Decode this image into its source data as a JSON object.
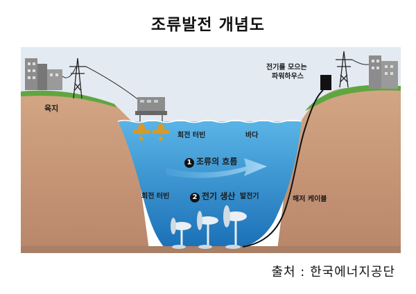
{
  "title": "조류발전 개념도",
  "labels": {
    "land": "육지",
    "rotating_turbine_top": "회전 터빈",
    "sea": "바다",
    "tidal_flow_num": "1",
    "tidal_flow": "조류의 흐름",
    "rotating_turbine_bottom": "회전 터빈",
    "power_gen_num": "2",
    "power_generation": "전기 생산",
    "generator": "발전기",
    "powerhouse_line1": "전기를 모으는",
    "powerhouse_line2": "파워하우스",
    "subsea_cable": "해저 케이블"
  },
  "source": "출처 : 한국에너지공단",
  "colors": {
    "sky": "#dfe7ef",
    "grass": "#5fa640",
    "soil": "#c99a78",
    "soil_dark": "#b8876a",
    "sea_top": "#4aa7de",
    "sea_bottom": "#1c73b8",
    "cable": "#111111"
  }
}
